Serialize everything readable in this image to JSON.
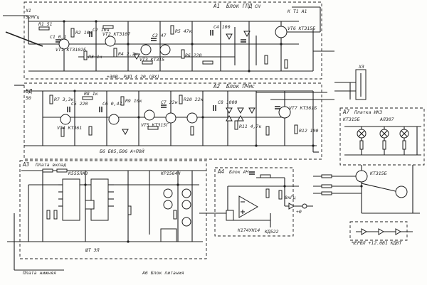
{
  "blocks": {
    "top": {
      "ref": "A1",
      "name": "Блок ГПД",
      "tag": "СН",
      "side_label": "К Т1 А1",
      "conn_ref": "X1",
      "conn_label": "52МГц",
      "bottom_label": "+30В, РЦП 4 20 (ВХ)"
    },
    "middle": {
      "ref": "А2",
      "name": "Блок ПЧ",
      "tag": "МС",
      "conn_ref": "5Д",
      "conn_label": "50",
      "bottom_label": "Б6  Б05,Б06 А+ПОЙ"
    },
    "bottom_left": {
      "ref": "А3",
      "name": "Плата вклад",
      "chip_label": "К555ЛА3",
      "right_label": "КР1564Ч",
      "bottom_label": "ШТ ЭЛ"
    },
    "bottom_mid": {
      "ref": "А4",
      "name": "Блок АЧ",
      "chip_label": "К174УН14",
      "freq": "8кГц",
      "meter_label": "КД522",
      "note": "+0"
    },
    "right_panel": {
      "ref": "А7",
      "name": "Платка ИКЗ",
      "part_numbers": [
        "КТ315Б",
        "КТ315Б"
      ],
      "leds": [
        "АЛ307"
      ],
      "connector_label": "X3",
      "supply_label": "ЧЕРВЛ +12.0В1 КД0Т"
    }
  },
  "components": {
    "transistors": [
      "VT1 КТ3102Б",
      "VT2 КТ3107",
      "VT3 КТ315",
      "VT4 КТ361",
      "VT5 КТ315Г",
      "VT6 КТ315Б",
      "VT7 КТ361Б"
    ],
    "resistors": [
      "R1 51",
      "R2 10к",
      "R3 1к",
      "R4 2,2к",
      "R5 47к",
      "R6 220",
      "R7 3,3к",
      "R8 1к",
      "R9 10к",
      "R10 22к",
      "R11 4,7к",
      "R12 100"
    ],
    "capacitors": [
      "С1 0,1",
      "С2 10н",
      "С3 47",
      "С4 100",
      "С5 220",
      "С6 0,47",
      "С7 22н",
      "С8 1000"
    ]
  },
  "notes": {
    "bottom_left": "Плата нижняя",
    "bottom_right": "А6 Блок питания"
  }
}
